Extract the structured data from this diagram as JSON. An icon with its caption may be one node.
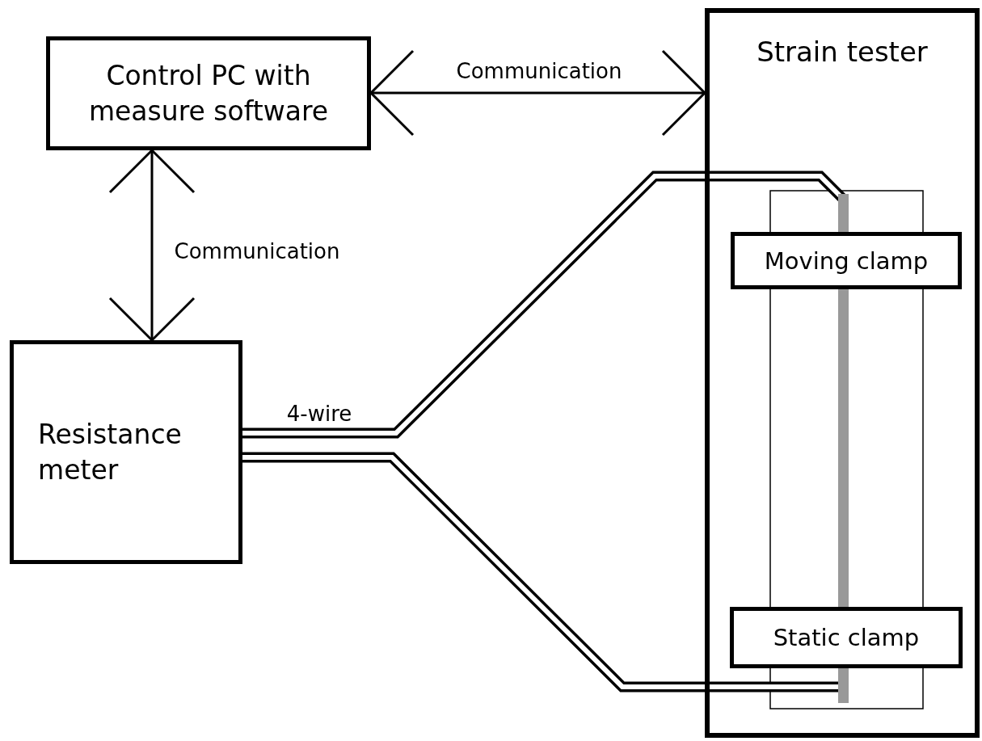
{
  "diagram": {
    "nodes": [
      {
        "text": [
          "Control PC with measure software"
        ]
      },
      {
        "text": [
          "Strain tester"
        ]
      },
      {
        "text": [
          "Resistance meter"
        ]
      },
      {
        "text": [],
        "shape": "bar",
        "in": 1
      },
      {
        "text": [
          "Moving clamp"
        ],
        "in": 1
      },
      {
        "text": [
          "Static clamp"
        ],
        "in": 1
      },
      {
        "text": [],
        "shape": "bar",
        "in": 1
      }
    ],
    "edges": [
      {
        "from": 0,
        "to": 1,
        "arrow": "both",
        "label": "Communication"
      },
      {
        "from": 0,
        "to": 2,
        "arrow": "both",
        "label": "Communication"
      },
      {
        "from": 2,
        "to": 3,
        "arrow": "none",
        "label": "4-wire",
        "style": "thick"
      },
      {
        "from": 2,
        "to": 6,
        "arrow": "none",
        "style": "thick"
      }
    ]
  }
}
